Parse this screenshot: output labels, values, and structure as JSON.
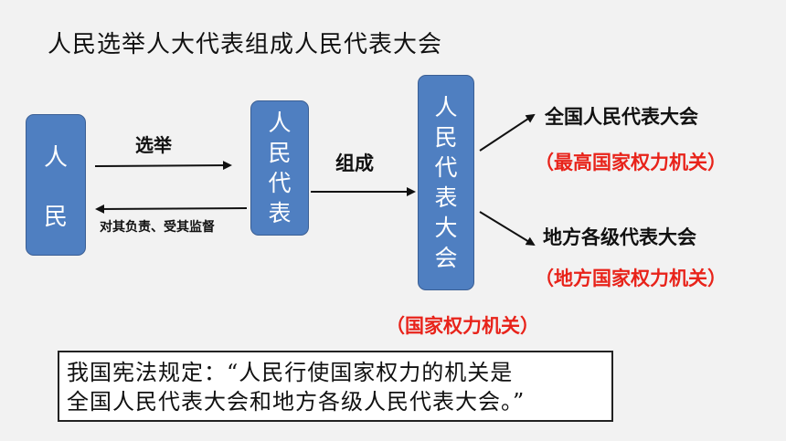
{
  "title": "人民选举人大代表组成人民代表大会",
  "boxes": {
    "people": [
      "人",
      "民"
    ],
    "deputies": [
      "人",
      "民",
      "代",
      "表"
    ],
    "npc": [
      "人",
      "民",
      "代",
      "表",
      "大",
      "会"
    ]
  },
  "labels": {
    "elect": "选举",
    "responsible": "对其负责、受其监督",
    "form": "组成",
    "npc": "全国人民代表大会",
    "npc_role": "（最高国家权力机关）",
    "local": "地方各级代表大会",
    "local_role": "（地方国家权力机关）",
    "state_role": "（国家权力机关）"
  },
  "quote": {
    "line1": "我国宪法规定：“人民行使国家权力的机关是",
    "line2": "全国人民代表大会和地方各级人民代表大会。”"
  },
  "colors": {
    "box_fill": "#4f7fc1",
    "emphasis_red": "#e8231a"
  }
}
